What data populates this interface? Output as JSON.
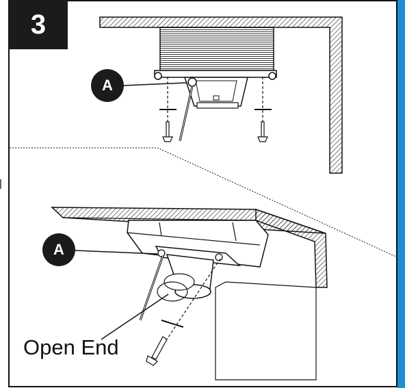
{
  "step": {
    "number": "3"
  },
  "callouts": {
    "top": "A",
    "bottom": "A"
  },
  "labels": {
    "open_end": "Open End"
  },
  "colors": {
    "accent_edge": "#1d8fd6",
    "ink": "#111111",
    "badge": "#1b1b1b"
  }
}
